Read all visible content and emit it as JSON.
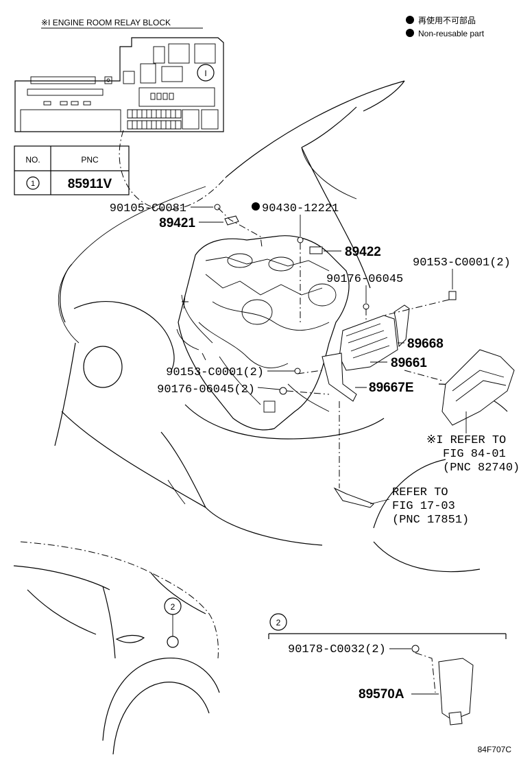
{
  "legend": {
    "non_reusable_cn": "再使用不可部品",
    "non_reusable_en": "Non-reusable part"
  },
  "relay_block": {
    "title": "※I ENGINE ROOM RELAY BLOCK",
    "marker": "I"
  },
  "pnc_table": {
    "header_no": "NO.",
    "header_pnc": "PNC",
    "row_no": "1",
    "row_pnc": "85911V"
  },
  "parts": {
    "p90105": "90105-C0081",
    "p89421": "89421",
    "p90430": "90430-12221",
    "p89422": "89422",
    "p90153_top": "90153-C0001(2)",
    "p90176_top": "90176-06045",
    "p89668": "89668",
    "p89661": "89661",
    "p90153_mid": "90153-C0001(2)",
    "p89667e": "89667E",
    "p90176_mid": "90176-06045(2)",
    "p90178": "90178-C0032(2)",
    "p89570a": "89570A"
  },
  "refer_1": {
    "line1": "※I REFER TO",
    "line2": "FIG 84-01",
    "line3": "(PNC 82740)"
  },
  "refer_2": {
    "line1": "REFER TO",
    "line2": "FIG 17-03",
    "line3": "(PNC 17851)"
  },
  "callout_2": "2",
  "inset_callout": "2",
  "figure_code": "84F707C"
}
